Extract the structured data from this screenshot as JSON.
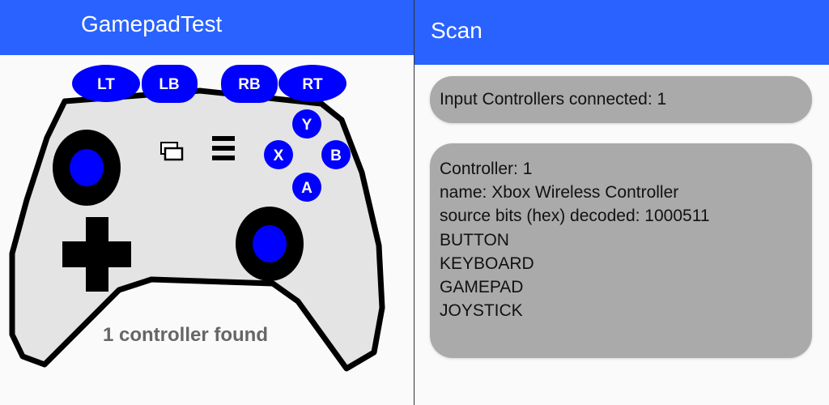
{
  "left": {
    "title": "GamepadTest",
    "buttons": {
      "lt": "LT",
      "lb": "LB",
      "rb": "RB",
      "rt": "RT",
      "y": "Y",
      "x": "X",
      "b": "B",
      "a": "A"
    },
    "status": "1 controller found",
    "colors": {
      "accent": "#2962ff",
      "button": "#0000ff",
      "body": "#e4e4e4"
    }
  },
  "right": {
    "title": "Scan",
    "connected": "Input Controllers connected: 1",
    "details": [
      "Controller: 1",
      "name: Xbox Wireless Controller",
      "source bits (hex) decoded: 1000511",
      "BUTTON",
      "KEYBOARD",
      "GAMEPAD",
      "JOYSTICK"
    ]
  }
}
